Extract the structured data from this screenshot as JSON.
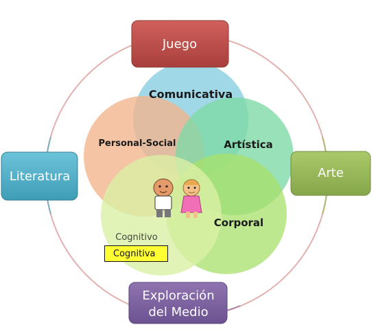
{
  "boxes": {
    "top": "Juego",
    "left": "Literatura",
    "right": "Arte",
    "bottom_line1": "Exploración",
    "bottom_line2": "del Medio"
  },
  "circles": {
    "communicative": "Comunicativa",
    "personal_social": "Personal-Social",
    "artistic": "Artística",
    "corporal": "Corporal",
    "cognitive": "Cognitivo"
  },
  "highlight": "Cognitiva",
  "colors": {
    "juego": "#c0504d",
    "literatura": "#4bacc6",
    "arte": "#9bbb59",
    "exploracion": "#8064a2"
  }
}
